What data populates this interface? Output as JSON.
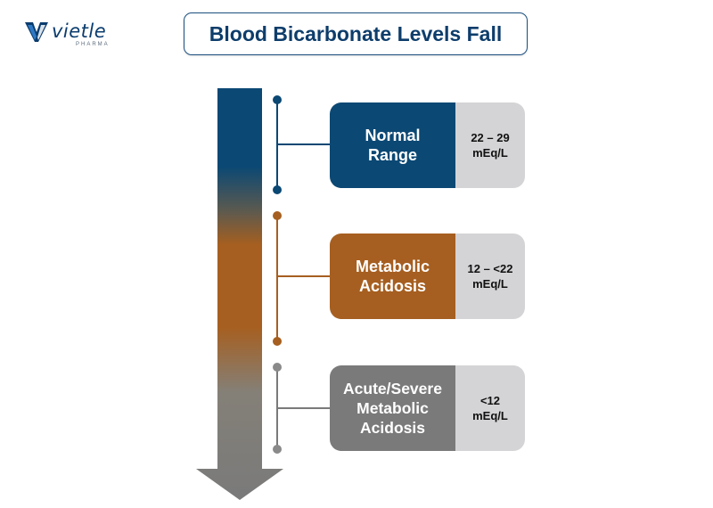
{
  "logo": {
    "brand": "vietle",
    "sub": "PHARMA",
    "colors": {
      "mark_dark": "#0a3c6e",
      "mark_light": "#2f78c4"
    }
  },
  "title": "Blood Bicarbonate Levels Fall",
  "arrow": {
    "gradient": [
      "#0b4874",
      "#a65f20",
      "#7a7a7a"
    ]
  },
  "stages": [
    {
      "label": "Normal\nRange",
      "value": "22 – 29\nmEq/L",
      "color": "#0b4874"
    },
    {
      "label": "Metabolic\nAcidosis",
      "value": "12 – <22\nmEq/L",
      "color": "#a65f20"
    },
    {
      "label": "Acute/Severe\nMetabolic\nAcidosis",
      "value": "<12\nmEq/L",
      "color": "#7a7a7a"
    }
  ],
  "value_panel_color": "#d4d4d6"
}
